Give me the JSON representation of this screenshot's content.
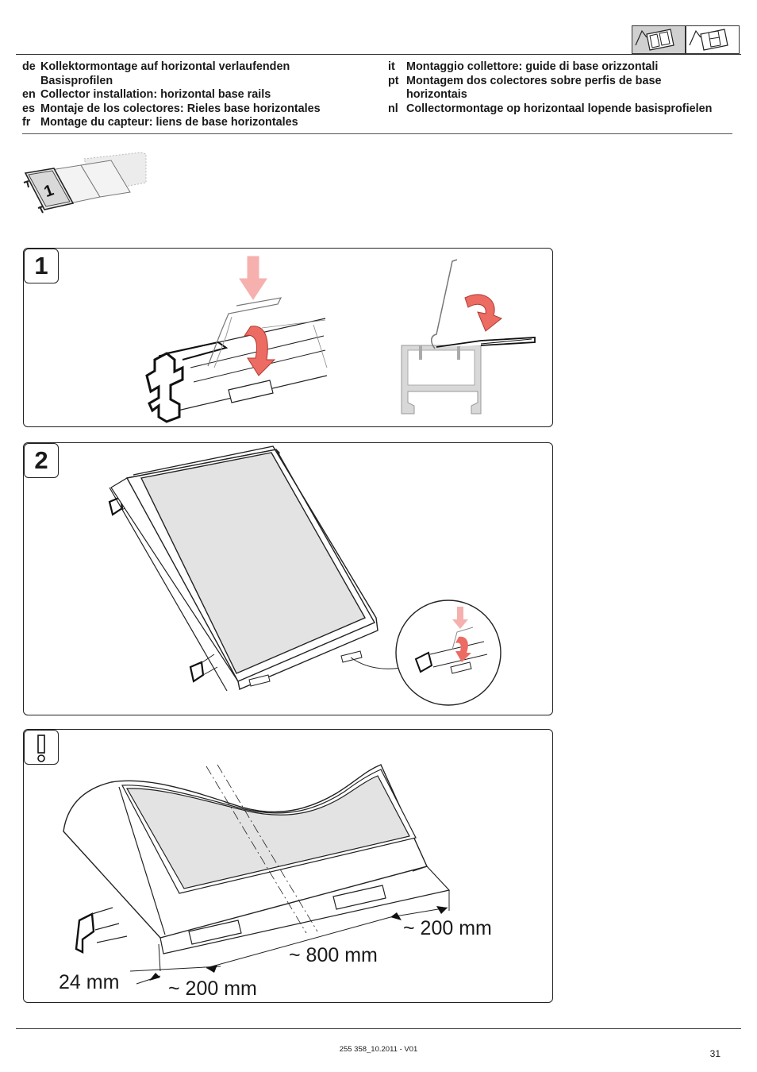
{
  "header": {
    "pictograms": [
      {
        "icon": "roof-two-collectors-icon",
        "highlighted": true
      },
      {
        "icon": "roof-single-collector-icon",
        "highlighted": false
      }
    ]
  },
  "titles": {
    "left": [
      {
        "lang": "de",
        "text": "Kollektormontage auf horizontal verlaufenden",
        "cont": "Basisprofilen"
      },
      {
        "lang": "en",
        "text": "Collector installation: horizontal base rails",
        "cont": ""
      },
      {
        "lang": "es",
        "text": "Montaje de los colectores: Rieles base horizontales",
        "cont": ""
      },
      {
        "lang": "fr",
        "text": "Montage du capteur: liens de base horizontales",
        "cont": ""
      }
    ],
    "right": [
      {
        "lang": "it",
        "text": "Montaggio collettore: guide di base orizzontali",
        "cont": ""
      },
      {
        "lang": "pt",
        "text": "Montagem dos colectores sobre perfis de base",
        "cont": "horizontais"
      },
      {
        "lang": "nl",
        "text": "Collectormontage op horizontaal lopende basisprofielen",
        "cont": ""
      }
    ]
  },
  "thumbnail": {
    "label": "1"
  },
  "steps": [
    {
      "number": "1"
    },
    {
      "number": "2"
    }
  ],
  "note_panel": {
    "icon": "exclamation-warning-icon",
    "dimensions": {
      "edge_offset": "24 mm",
      "first_clamp": "~ 200 mm",
      "clamp_spacing": "~ 800 mm",
      "last_clamp": "~ 200 mm"
    }
  },
  "colors": {
    "arrow_light": "#f6b0ae",
    "arrow_dark": "#ec6b62",
    "glass": "#e3e3e3",
    "profile": "#c8c8c8",
    "pictogram_active": "#d0d0d0"
  },
  "footer": {
    "doc_code": "255 358_10.2011 - V01",
    "page": "31"
  }
}
